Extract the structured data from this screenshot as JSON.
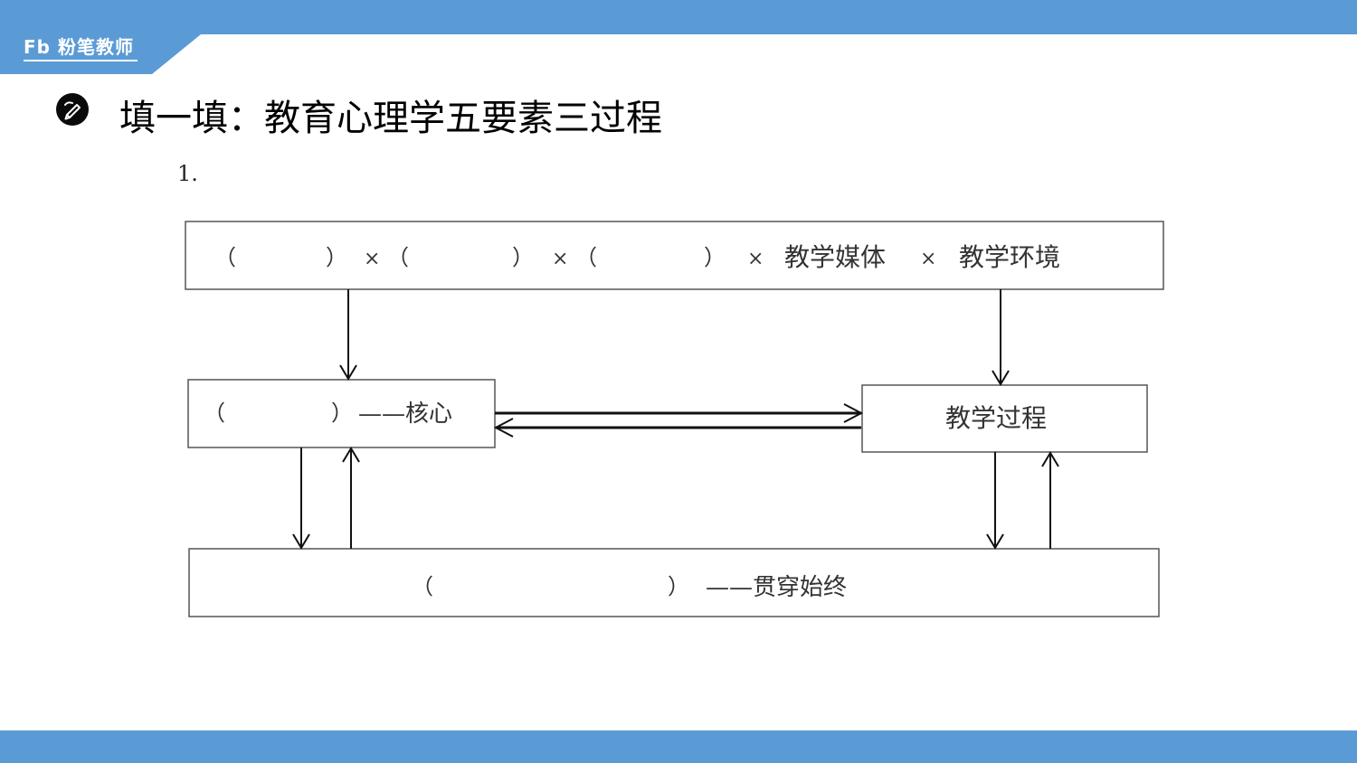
{
  "header": {
    "logo_text": "Fb 粉笔教师",
    "bar_color": "#5b9bd5"
  },
  "title": {
    "text": "填一填：教育心理学五要素三过程",
    "bullet_icon": "pencil-icon"
  },
  "question_number": "1.",
  "diagram": {
    "top_box": {
      "paren_open_1": "（",
      "paren_close_1": "）",
      "times_1": "×",
      "paren_open_2": "（",
      "paren_close_2": "）",
      "times_2": "×",
      "paren_open_3": "（",
      "paren_close_3": "）",
      "times_3": "×",
      "media": "教学媒体",
      "times_4": "×",
      "environment": "教学环境"
    },
    "core_box": {
      "paren_open": "（",
      "paren_close": "）",
      "suffix": "——核心"
    },
    "process_box": {
      "label": "教学过程"
    },
    "bottom_box": {
      "paren_open": "（",
      "paren_close": "）",
      "suffix": "——贯穿始终"
    }
  }
}
